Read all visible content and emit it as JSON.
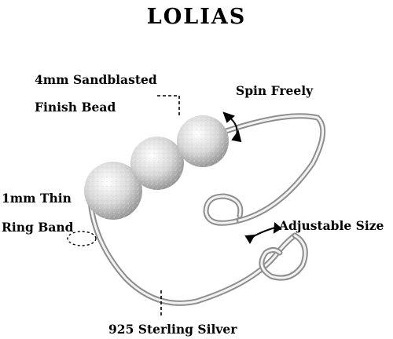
{
  "brand": "LOLIAS",
  "labels": {
    "bead_line1": "4mm Sandblasted",
    "bead_line2": "Finish Bead",
    "spin": "Spin Freely",
    "thin_line1": "1mm Thin",
    "thin_line2": "Ring Band",
    "adjustable": "Adjustable Size",
    "silver": "925 Sterling Silver"
  },
  "icons": [
    "ring-illustration",
    "spin-arrow-icon",
    "adjust-arrow-icon"
  ]
}
